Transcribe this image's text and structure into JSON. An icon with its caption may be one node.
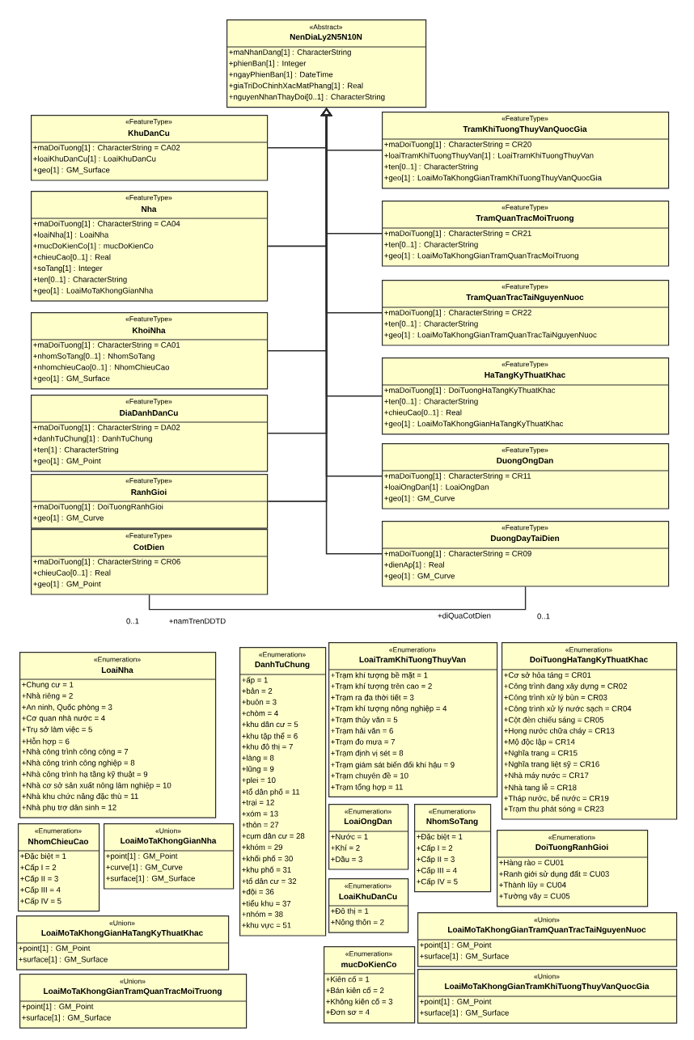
{
  "diagram": {
    "nodes": [
      {
        "text": [
          "«Abstract»",
          "NenDiaLy2N5N10N",
          "+maNhanDang[1] : CharacterString",
          "+phienBan[1] : Integer",
          "+ngayPhienBan[1] : DateTime",
          "+giaTriDoChinhXacMatPhang[1] : Real",
          "+nguyenNhanThayDoi[0..1] : CharacterString"
        ]
      },
      {
        "text": [
          "«FeatureType»",
          "KhuDanCu",
          "+maDoiTuong[1] : CharacterString = CA02",
          "+loaiKhuDanCu[1] : LoaiKhuDanCu",
          "+geo[1] : GM_Surface"
        ]
      },
      {
        "text": [
          "«FeatureType»",
          "Nha",
          "+maDoiTuong[1] : CharacterString = CA04",
          "+loaiNha[1] : LoaiNha",
          "+mucDoKienCo[1] : mucDoKienCo",
          "+chieuCao[0..1] : Real",
          "+soTang[1] : Integer",
          "+ten[0..1] : CharacterString",
          "+geo[1] : LoaiMoTaKhongGianNha"
        ]
      },
      {
        "text": [
          "«FeatureType»",
          "KhoiNha",
          "+maDoiTuong[1] : CharacterString = CA01",
          "+nhomSoTang[0..1] : NhomSoTang",
          "+nhomchieuCao[0..1] : NhomChieuCao",
          "+geo[1] : GM_Surface"
        ]
      },
      {
        "text": [
          "«FeatureType»",
          "DiaDanhDanCu",
          "+maDoiTuong[1] : CharacterString = DA02",
          "+danhTuChung[1] : DanhTuChung",
          "+ten[1] : CharacterString",
          "+geo[1] : GM_Point"
        ]
      },
      {
        "text": [
          "«FeatureType»",
          "RanhGioi",
          "+maDoiTuong[1] : DoiTuongRanhGioi",
          "+geo[1] : GM_Curve"
        ]
      },
      {
        "text": [
          "«FeatureType»",
          "CotDien",
          "+maDoiTuong[1] : CharacterString = CR06",
          "+chieuCao[0..1] : Real",
          "+geo[1] : GM_Point"
        ]
      },
      {
        "text": [
          "«FeatureType»",
          "TramKhiTuongThuyVanQuocGia",
          "+maDoiTuong[1] : CharacterString = CR20",
          "+loaiTramKhiTuongThuyVan[1] : LoaiTramKhiTuongThuyVan",
          "+ten[0..1] : CharacterString",
          "+geo[1] : LoaiMoTaKhongGianTramKhiTuongThuyVanQuocGia"
        ]
      },
      {
        "text": [
          "«FeatureType»",
          "TramQuanTracMoiTruong",
          "+maDoiTuong[1] : CharacterString = CR21",
          "+ten[0..1] : CharacterString",
          "+geo[1] : LoaiMoTaKhongGianTramQuanTracMoiTruong"
        ]
      },
      {
        "text": [
          "«FeatureType»",
          "TramQuanTracTaiNguyenNuoc",
          "+maDoiTuong[1] : CharacterString = CR22",
          "+ten[0..1] : CharacterString",
          "+geo[1] : LoaiMoTaKhongGianTramQuanTracTaiNguyenNuoc"
        ]
      },
      {
        "text": [
          "«FeatureType»",
          "HaTangKyThuatKhac",
          "+maDoiTuong[1] : DoiTuongHaTangKyThuatKhac",
          "+ten[0..1] : CharacterString",
          "+chieuCao[0..1] : Real",
          "+geo[1] : LoaiMoTaKhongGianHaTangKyThuatKhac"
        ]
      },
      {
        "text": [
          "«FeatureType»",
          "DuongOngDan",
          "+maDoiTuong[1] : CharacterString = CR11",
          "+loaiOngDan[1] : LoaiOngDan",
          "+geo[1] : GM_Curve"
        ]
      },
      {
        "text": [
          "«FeatureType»",
          "DuongDayTaiDien",
          "+maDoiTuong[1] : CharacterString = CR09",
          "+dienAp[1] : Real",
          "+geo[1] : GM_Curve"
        ]
      },
      {
        "text": [
          "«Enumeration»",
          "LoaiNha",
          "+Chung cư = 1",
          "+Nhà riêng = 2",
          "+An ninh, Quốc phòng = 3",
          "+Cơ quan nhà nước = 4",
          "+Trụ sở làm việc = 5",
          "+Hỗn hợp = 6",
          "+Nhà công trình công cộng = 7",
          "+Nhà công trình công nghiệp = 8",
          "+Nhà công trình hạ tầng kỹ thuật = 9",
          "+Nhà cơ sở sản xuất nông lâm nghiệp = 10",
          "+Nhà khu chức năng đặc thù = 11",
          "+Nhà phụ trợ dân sinh = 12"
        ]
      },
      {
        "text": [
          "«Enumeration»",
          "DanhTuChung",
          "+ấp = 1",
          "+bản = 2",
          "+buôn = 3",
          "+chòm = 4",
          "+khu dân cư = 5",
          "+khu tập thể = 6",
          "+khu đô thị = 7",
          "+làng = 8",
          "+lũng = 9",
          "+plei = 10",
          "+tổ dân phố = 11",
          "+trại = 12",
          "+xóm = 13",
          "+thôn = 27",
          "+cụm dân cư = 28",
          "+khóm = 29",
          "+khối phố = 30",
          "+khu phố = 31",
          "+tổ dân cư = 32",
          "+đội = 36",
          "+tiểu khu = 37",
          "+nhóm = 38",
          "+khu vực = 51"
        ]
      },
      {
        "text": [
          "«Enumeration»",
          "LoaiTramKhiTuongThuyVan",
          "+Trạm khí tượng bề mặt = 1",
          "+Trạm khí tượng trên cao = 2",
          "+Trạm ra đa thời tiết = 3",
          "+Trạm khí tượng nông nghiệp = 4",
          "+Trạm thủy văn = 5",
          "+Trạm hải văn = 6",
          "+Trạm đo mưa = 7",
          "+Trạm định vị sét = 8",
          "+Trạm giám sát biến đổi khí hậu = 9",
          "+Trạm chuyên đề = 10",
          "+Trạm tổng hợp = 11"
        ]
      },
      {
        "text": [
          "«Enumeration»",
          "DoiTuongHaTangKyThuatKhac",
          "+Cơ sở hỏa táng = CR01",
          "+Công trình đang xây dựng = CR02",
          "+Công trình xử lý bùn = CR03",
          "+Công trình xử lý nước sạch = CR04",
          "+Cột đèn chiếu sáng = CR05",
          "+Họng nước chữa cháy = CR13",
          "+Mộ độc lập = CR14",
          "+Nghĩa trang = CR15",
          "+Nghĩa trang liệt sỹ = CR16",
          "+Nhà máy nước = CR17",
          "+Nhà tang lễ = CR18",
          "+Tháp nước, bể nước = CR19",
          "+Trạm thu phát sóng = CR23"
        ]
      },
      {
        "text": [
          "«Enumeration»",
          "NhomChieuCao",
          "+Đặc biệt = 1",
          "+Cấp I = 2",
          "+Cấp II = 3",
          "+Cấp III = 4",
          "+Cấp IV = 5"
        ]
      },
      {
        "text": [
          "«Union»",
          "LoaiMoTaKhongGianNha",
          "+point[1] : GM_Point",
          "+curve[1] : GM_Curve",
          "+surface[1] : GM_Surface"
        ]
      },
      {
        "text": [
          "«Enumeration»",
          "LoaiOngDan",
          "+Nước = 1",
          "+Khí = 2",
          "+Dầu = 3"
        ]
      },
      {
        "text": [
          "«Enumeration»",
          "NhomSoTang",
          "+Đặc biệt = 1",
          "+Cấp I = 2",
          "+Cấp II = 3",
          "+Cấp III = 4",
          "+Cấp IV = 5"
        ]
      },
      {
        "text": [
          "«Enumeration»",
          "DoiTuongRanhGioi",
          "+Hàng rào = CU01",
          "+Ranh giới sử dụng đất = CU03",
          "+Thành lũy = CU04",
          "+Tường vây = CU05"
        ]
      },
      {
        "text": [
          "«Enumeration»",
          "LoaiKhuDanCu",
          "+Đô thị = 1",
          "+Nông thôn = 2"
        ]
      },
      {
        "text": [
          "«Union»",
          "LoaiMoTaKhongGianHaTangKyThuatKhac",
          "+point[1] : GM_Point",
          "+surface[1] : GM_Surface"
        ]
      },
      {
        "text": [
          "«Union»",
          "LoaiMoTaKhongGianTramQuanTracTaiNguyenNuoc",
          "+point[1] : GM_Point",
          "+surface[1] : GM_Surface"
        ]
      },
      {
        "text": [
          "«Enumeration»",
          "mucDoKienCo",
          "+Kiên cố = 1",
          "+Bán kiên cố = 2",
          "+Không kiên cố = 3",
          "+Đơn sơ = 4"
        ]
      },
      {
        "text": [
          "«Union»",
          "LoaiMoTaKhongGianTramQuanTracMoiTruong",
          "+point[1] : GM_Point",
          "+surface[1] : GM_Surface"
        ]
      },
      {
        "text": [
          "«Union»",
          "LoaiMoTaKhongGianTramKhiTuongThuyVanQuocGia",
          "+point[1] : GM_Point",
          "+surface[1] : GM_Surface"
        ]
      }
    ],
    "edges": [
      {
        "from": 1,
        "to": 0,
        "arrow": "to"
      },
      {
        "from": 2,
        "to": 0,
        "arrow": "to"
      },
      {
        "from": 3,
        "to": 0,
        "arrow": "to"
      },
      {
        "from": 4,
        "to": 0,
        "arrow": "to"
      },
      {
        "from": 5,
        "to": 0,
        "arrow": "to"
      },
      {
        "from": 7,
        "to": 0,
        "arrow": "to"
      },
      {
        "from": 8,
        "to": 0,
        "arrow": "to"
      },
      {
        "from": 9,
        "to": 0,
        "arrow": "to"
      },
      {
        "from": 10,
        "to": 0,
        "arrow": "to"
      },
      {
        "from": 11,
        "to": 0,
        "arrow": "to"
      },
      {
        "from": 12,
        "to": 0,
        "arrow": "to"
      },
      {
        "from": 6,
        "to": 12,
        "arrow": "none"
      }
    ],
    "labels": [
      "0..1",
      "+namTrenDDTD",
      "+diQuaCotDien",
      "0..1"
    ]
  }
}
